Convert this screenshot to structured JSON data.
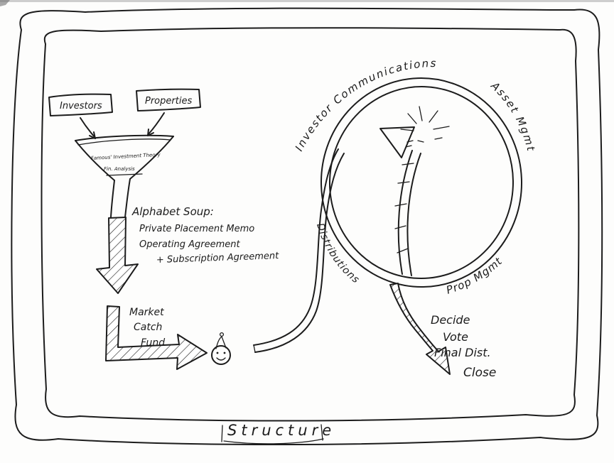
{
  "colors": {
    "ink": "#1c1c1c",
    "paper": "#fdfdfc"
  },
  "title": {
    "label": "Structure"
  },
  "intake": {
    "investors_label": "Investors",
    "properties_label": "Properties",
    "funnel_line1": "Famous' Investment Theory",
    "funnel_line2": "Fin. Analysis"
  },
  "documents": {
    "heading": "Alphabet Soup:",
    "items": [
      "Private Placement Memo",
      "Operating Agreement",
      "+ Subscription Agreement"
    ]
  },
  "launch": {
    "steps": [
      "Market",
      "Catch",
      "Fund"
    ]
  },
  "cycle": {
    "top_label": "Investor Communications",
    "right_label": "Asset Mgmt",
    "bottom_right_label": "Prop Mgmt",
    "bottom_left_label": "Distributions"
  },
  "winddown": {
    "steps": [
      "Decide",
      "Vote",
      "Final Dist.",
      "Close"
    ]
  }
}
